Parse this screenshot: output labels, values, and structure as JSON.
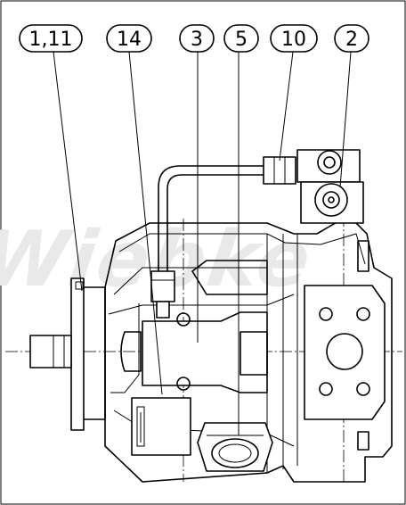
{
  "callouts": [
    {
      "label": "1,11"
    },
    {
      "label": "14"
    },
    {
      "label": "3"
    },
    {
      "label": "5"
    },
    {
      "label": "10"
    },
    {
      "label": "2"
    }
  ],
  "watermark": "Wiebke"
}
